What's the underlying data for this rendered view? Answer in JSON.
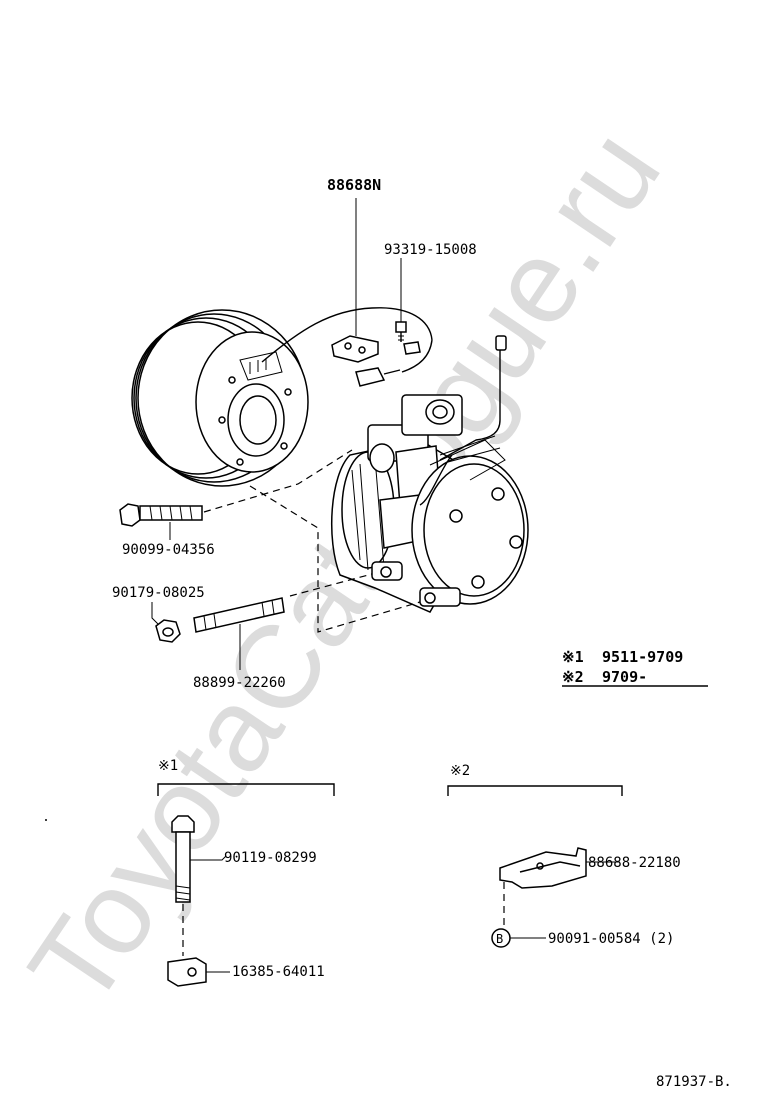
{
  "watermark": "ToyotaCatalogue.ru",
  "parts": {
    "harness": "88688N",
    "clip": "93319-15008",
    "bolt": "90099-04356",
    "nut": "90179-08025",
    "stud": "88899-22260",
    "bolt_v1": "90119-08299",
    "block_v1": "16385-64011",
    "bracket_v2": "88688-22180",
    "screw_v2": "90091-00584 (2)"
  },
  "variants": {
    "v1_mark": "※1",
    "v1_range": "9511-9709",
    "v2_mark": "※2",
    "v2_range": "9709-"
  },
  "screw_ref_letter": "B",
  "figure_code": "871937-B."
}
